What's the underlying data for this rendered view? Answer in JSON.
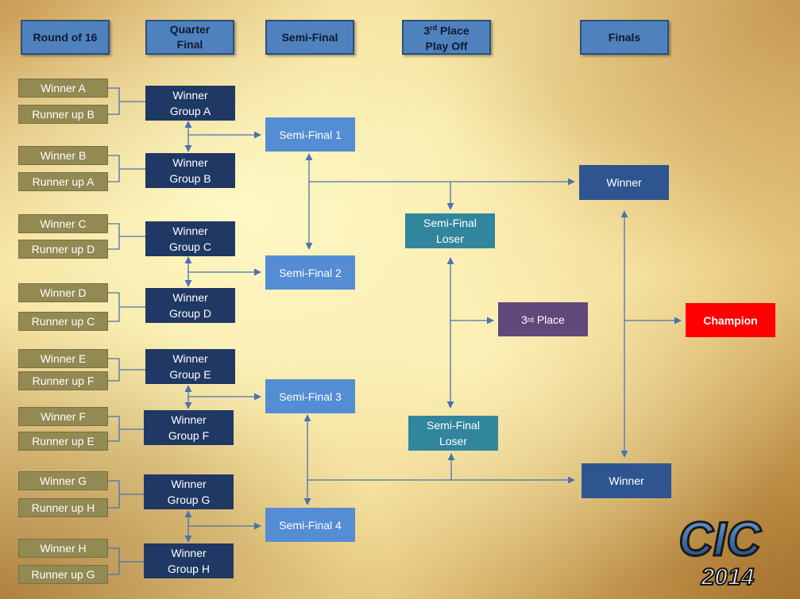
{
  "headers": {
    "round16": "Round of 16",
    "quarter": "Quarter\nFinal",
    "semi": "Semi-Final",
    "third_main": "3",
    "third_sup": "rd",
    "third_rest": " Place",
    "third_line2": "Play Off",
    "finals": "Finals"
  },
  "round16": [
    "Winner A",
    "Runner up B",
    "Winner B",
    "Runner up A",
    "Winner C",
    "Runner up D",
    "Winner D",
    "Runner up C",
    "Winner E",
    "Runner up F",
    "Winner F",
    "Runner up E",
    "Winner G",
    "Runner up H",
    "Winner H",
    "Runner up G"
  ],
  "quarter": [
    "Winner\nGroup A",
    "Winner\nGroup B",
    "Winner\nGroup C",
    "Winner\nGroup D",
    "Winner\nGroup E",
    "Winner\nGroup F",
    "Winner\nGroup G",
    "Winner\nGroup H"
  ],
  "semi": [
    "Semi-Final 1",
    "Semi-Final 2",
    "Semi-Final 3",
    "Semi-Final 4"
  ],
  "semi_loser": [
    "Semi-Final\nLoser",
    "Semi-Final\nLoser"
  ],
  "third_place": {
    "main": "3",
    "sup": "rd",
    "rest": " Place"
  },
  "finals": [
    "Winner",
    "Winner"
  ],
  "champion": "Champion",
  "logo": {
    "text": "CIC",
    "year": "2014"
  },
  "colors": {
    "header": "#4f81bd",
    "round16": "#938953",
    "quarter": "#1f3864",
    "semi": "#548dd4",
    "semi_loser": "#31859c",
    "finals": "#2e5590",
    "third_place": "#5f497a",
    "champion": "#ff0000",
    "connector": "#4a72b0"
  }
}
